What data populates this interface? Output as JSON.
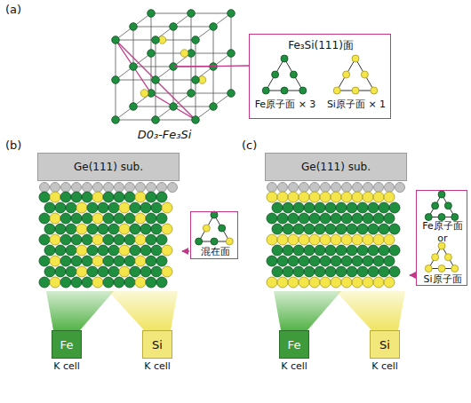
{
  "diagram": {
    "nodes": [
      {
        "text": [
          "Fe₃Si(111)面",
          "Fe原子面 × 3",
          "Si原子面 × 1"
        ]
      },
      {
        "text": [
          "Ge(111) sub."
        ]
      },
      {
        "text": [
          "Fe",
          "K cell"
        ]
      },
      {
        "text": [
          "Si",
          "K cell"
        ]
      },
      {
        "text": [
          "混在面"
        ]
      },
      {
        "text": [
          "Ge(111) sub."
        ]
      },
      {
        "text": [
          "Fe",
          "K cell"
        ]
      },
      {
        "text": [
          "Si",
          "K cell"
        ]
      },
      {
        "text": [
          "Fe原子面",
          "or",
          "Si原子面"
        ]
      }
    ],
    "labels": [
      "(a)",
      "D0₃-Fe₃Si",
      "(b)",
      "(c)"
    ]
  }
}
